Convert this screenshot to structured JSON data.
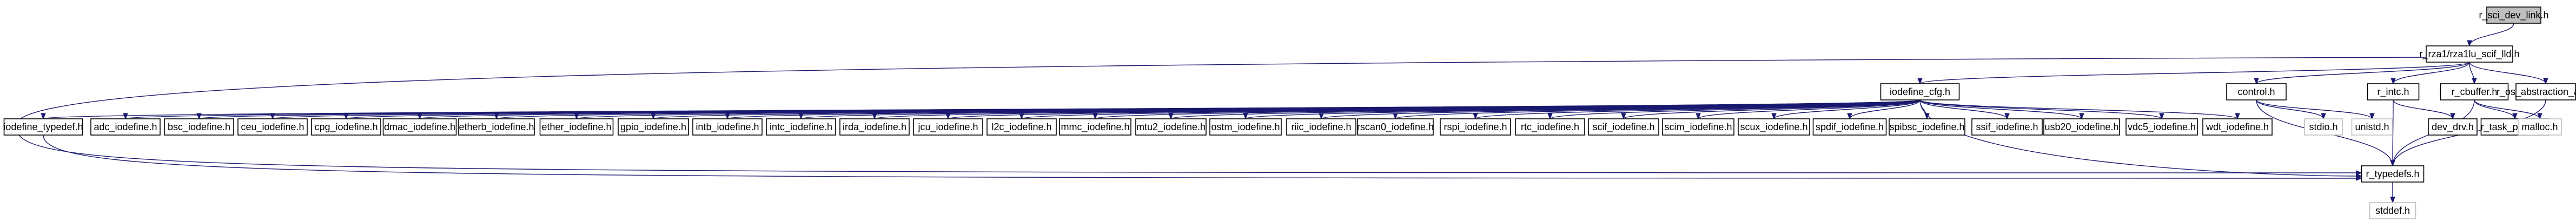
{
  "nodes": {
    "root": "r_sci_dev_link.h",
    "rza1": "r_rza1/rza1lu_scif_lld.h",
    "iodefine_cfg": "iodefine_cfg.h",
    "control": "control.h",
    "r_intc": "r_intc.h",
    "r_cbuffer": "r_cbuffer.h",
    "r_os_abs": "r_os_abstraction_api.h",
    "iodefine_typedef": "iodefine_typedef.h",
    "adc": "adc_iodefine.h",
    "bsc": "bsc_iodefine.h",
    "ceu": "ceu_iodefine.h",
    "cpg": "cpg_iodefine.h",
    "dmac": "dmac_iodefine.h",
    "etherb": "etherb_iodefine.h",
    "ether": "ether_iodefine.h",
    "gpio": "gpio_iodefine.h",
    "intb": "intb_iodefine.h",
    "intc": "intc_iodefine.h",
    "irda": "irda_iodefine.h",
    "jcu": "jcu_iodefine.h",
    "l2c": "l2c_iodefine.h",
    "mmc": "mmc_iodefine.h",
    "mtu2": "mtu2_iodefine.h",
    "ostm": "ostm_iodefine.h",
    "riic": "riic_iodefine.h",
    "rscan0": "rscan0_iodefine.h",
    "rspi": "rspi_iodefine.h",
    "rtc": "rtc_iodefine.h",
    "scif": "scif_iodefine.h",
    "scim": "scim_iodefine.h",
    "scux": "scux_iodefine.h",
    "spdif": "spdif_iodefine.h",
    "spibsc": "spibsc_iodefine.h",
    "ssif": "ssif_iodefine.h",
    "usb20": "usb20_iodefine.h",
    "vdc5": "vdc5_iodefine.h",
    "wdt": "wdt_iodefine.h",
    "stdio": "stdio.h",
    "unistd": "unistd.h",
    "dev_drv": "dev_drv.h",
    "r_task_priority": "r_task_priority.h",
    "malloc": "malloc.h",
    "r_typedefs": "r_typedefs.h",
    "stddef": "stddef.h"
  }
}
